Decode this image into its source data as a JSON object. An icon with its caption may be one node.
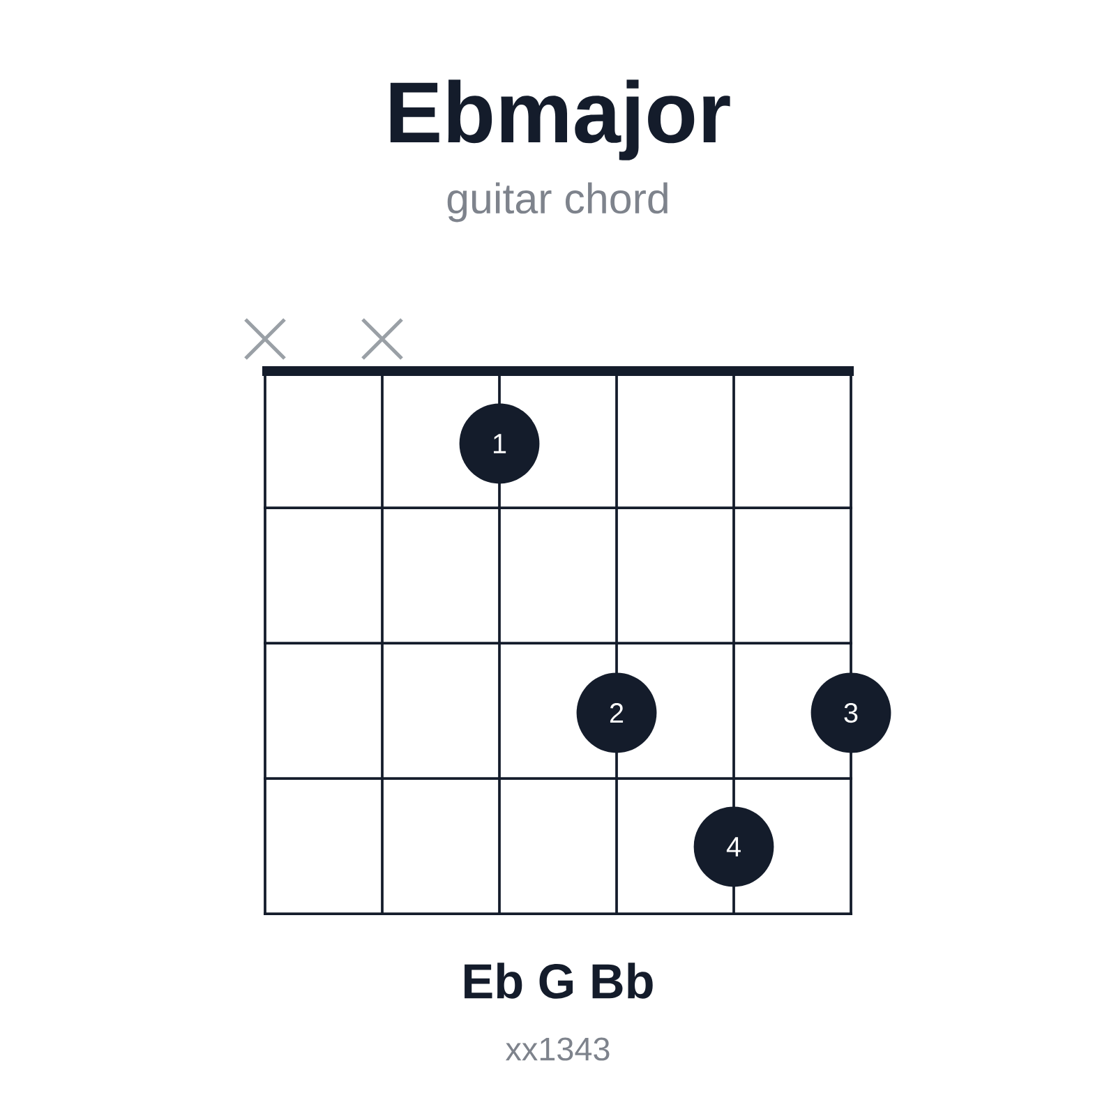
{
  "diagram": {
    "title": "Ebmajor",
    "nodes": [
      {
        "text": [
          "1"
        ]
      },
      {
        "text": [
          "2"
        ]
      },
      {
        "text": [
          "3"
        ]
      },
      {
        "text": [
          "4"
        ]
      }
    ],
    "labels": [
      "guitar chord",
      "Eb G Bb",
      "xx1343"
    ]
  }
}
